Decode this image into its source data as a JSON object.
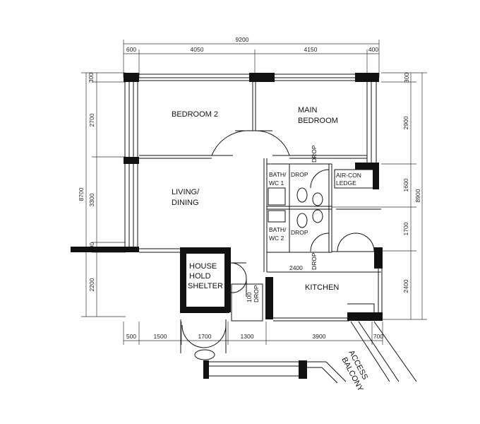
{
  "rooms": {
    "bedroom2": "BEDROOM 2",
    "main_bedroom_l1": "MAIN",
    "main_bedroom_l2": "BEDROOM",
    "living_l1": "LIVING/",
    "living_l2": "DINING",
    "bath1_l1": "BATH/",
    "bath1_l2": "WC 1",
    "bath2_l1": "BATH/",
    "bath2_l2": "WC 2",
    "aircon_l1": "AIR-CON",
    "aircon_l2": "LEDGE",
    "shelter_l1": "HOUSE",
    "shelter_l2": "HOLD",
    "shelter_l3": "SHELTER",
    "kitchen": "KITCHEN",
    "access_l1": "ACCESS",
    "access_l2": "BALCONY",
    "drop": "DROP",
    "drop_100": "100"
  },
  "dimensions": {
    "top_total": "9200",
    "top_segments": [
      "600",
      "4050",
      "4150",
      "400"
    ],
    "left_segments": [
      "300",
      "2700",
      "3300",
      "200",
      "2200"
    ],
    "left_total": "8700",
    "right_segments": [
      "300",
      "2900",
      "1600",
      "1700",
      "2400"
    ],
    "right_total": "8900",
    "bottom_segments": [
      "500",
      "1500",
      "1700",
      "1300",
      "3900",
      "700"
    ],
    "kitchen_width": "2400"
  }
}
